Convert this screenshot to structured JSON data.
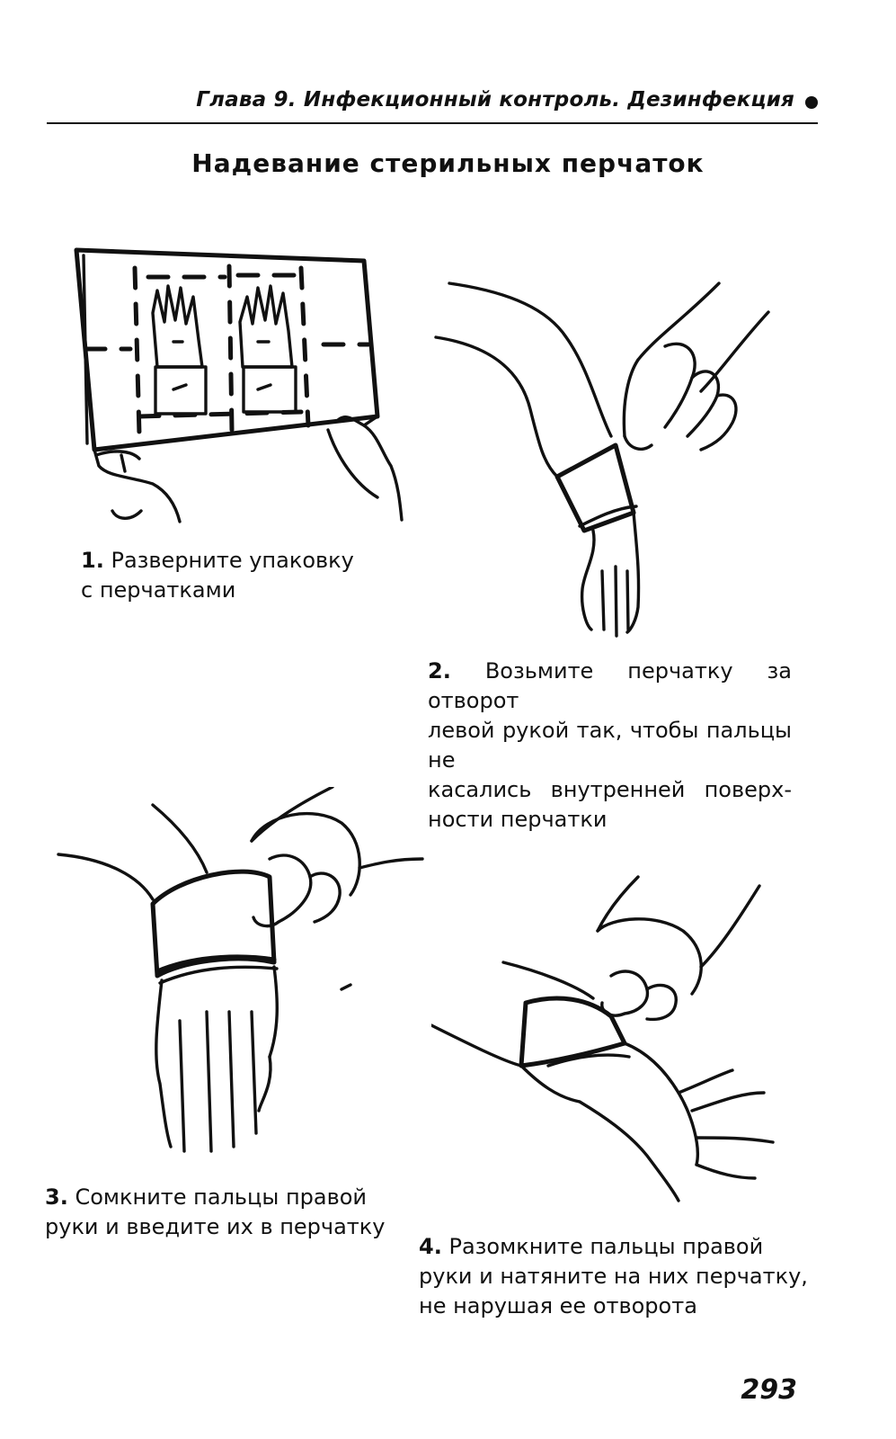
{
  "header": {
    "chapter": "Глава 9. Инфекционный контроль. Дезинфекция"
  },
  "title": "Надевание стерильных перчаток",
  "steps": [
    {
      "number": "1.",
      "lines": [
        "Разверните упаковку",
        "с перчатками"
      ]
    },
    {
      "number": "2.",
      "lines": [
        "Возьмите перчатку за отворот",
        "левой рукой так, чтобы пальцы не",
        "касались внутренней поверх-",
        "ности перчатки"
      ]
    },
    {
      "number": "3.",
      "lines": [
        "Сомкните пальцы правой",
        "руки и введите их в перчатку"
      ]
    },
    {
      "number": "4.",
      "lines": [
        "Разомкните пальцы правой",
        "руки и натяните на них перчатку,",
        "не нарушая ее отворота"
      ]
    }
  ],
  "page_number": "293"
}
